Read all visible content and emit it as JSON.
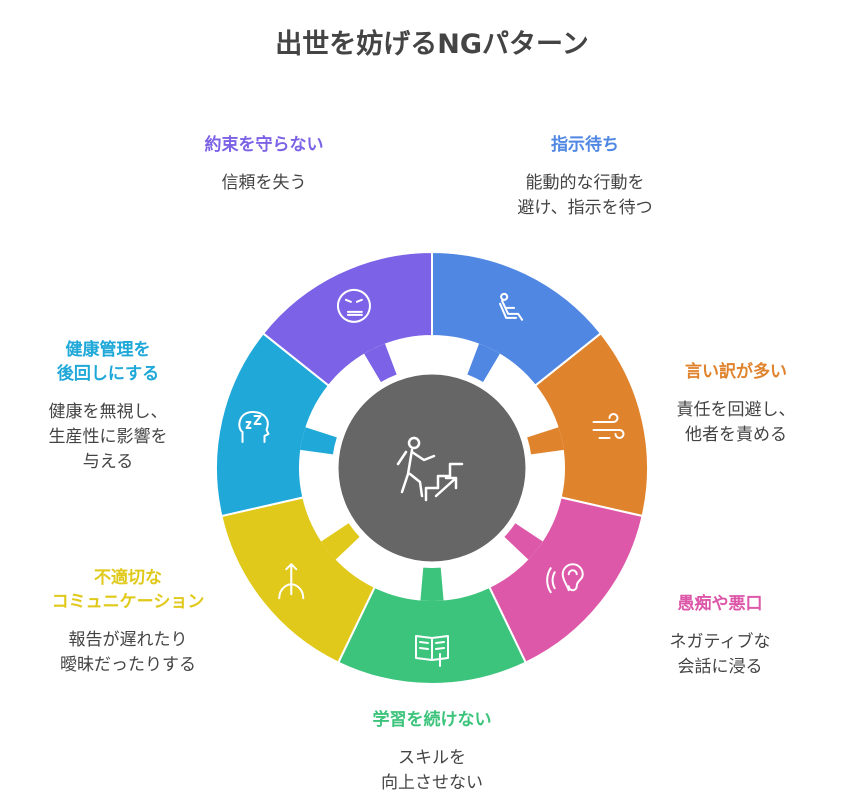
{
  "title": "出世を妨げるNGパターン",
  "center_icon": "person-climbing-stairs-icon",
  "items": [
    {
      "title": "指示待ち",
      "desc": "能動的な行動を\n避け、指示を待つ",
      "color": "#4f87e3",
      "icon": "reclining-person-icon"
    },
    {
      "title": "言い訳が多い",
      "desc": "責任を回避し、\n他者を責める",
      "color": "#e0832d",
      "icon": "wind-gust-icon"
    },
    {
      "title": "愚痴や悪口",
      "desc": "ネガティブな\n会話に浸る",
      "color": "#dd58a8",
      "icon": "ear-listening-icon"
    },
    {
      "title": "学習を続けない",
      "desc": "スキルを\n向上させない",
      "color": "#3cc47c",
      "icon": "book-icon"
    },
    {
      "title": "不適切な\nコミュニケーション",
      "desc": "報告が遅れたり\n曖昧だったりする",
      "color": "#e0c91a",
      "icon": "diverging-arrows-icon"
    },
    {
      "title": "健康管理を\n後回しにする",
      "desc": "健康を無視し、\n生産性に影響を\n与える",
      "color": "#1fa8d8",
      "icon": "sleeping-head-icon"
    },
    {
      "title": "約束を守らない",
      "desc": "信頼を失う",
      "color": "#7b62e6",
      "icon": "frustrated-face-icon"
    }
  ]
}
